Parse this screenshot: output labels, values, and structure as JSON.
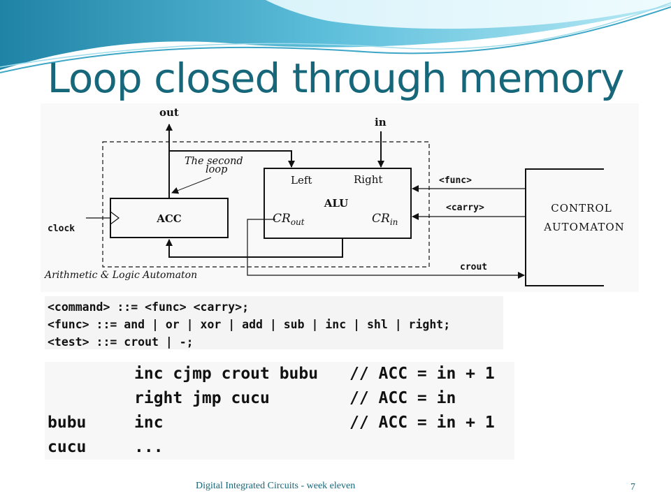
{
  "slide": {
    "title": "Loop closed through memory",
    "footer": "Digital Integrated Circuits - week eleven",
    "page_number": "7"
  },
  "diagram": {
    "out_label": "out",
    "in_label": "in",
    "second_loop_line1": "The second",
    "second_loop_line2": "loop",
    "clock_label": "clock",
    "acc_label": "ACC",
    "alu_label": "ALU",
    "left_label": "Left",
    "right_label": "Right",
    "cr_out_base": "CR",
    "cr_out_sub": "out",
    "cr_in_base": "CR",
    "cr_in_sub": "in",
    "func_signal": "<func>",
    "carry_signal": "<carry>",
    "crout_signal": "crout",
    "control_line1": "CONTROL",
    "control_line2": "AUTOMATON",
    "automaton_caption": "Arithmetic & Logic Automaton"
  },
  "grammar": {
    "lines": [
      "<command> ::= <func> <carry>;",
      "<func> ::= and | or | xor | add | sub | inc | shl | right;",
      "<test> ::= crout | -;"
    ]
  },
  "program": {
    "rows": [
      {
        "label": "",
        "instruction": "inc cjmp crout bubu",
        "comment": "// ACC = in + 1"
      },
      {
        "label": "",
        "instruction": "right jmp cucu",
        "comment": "// ACC = in"
      },
      {
        "label": "bubu",
        "instruction": "inc",
        "comment": "// ACC = in + 1"
      },
      {
        "label": "cucu",
        "instruction": "...",
        "comment": ""
      }
    ]
  },
  "colors": {
    "title": "#17677a",
    "wave_dark": "#2a8fb0",
    "wave_light": "#9fdcec"
  }
}
